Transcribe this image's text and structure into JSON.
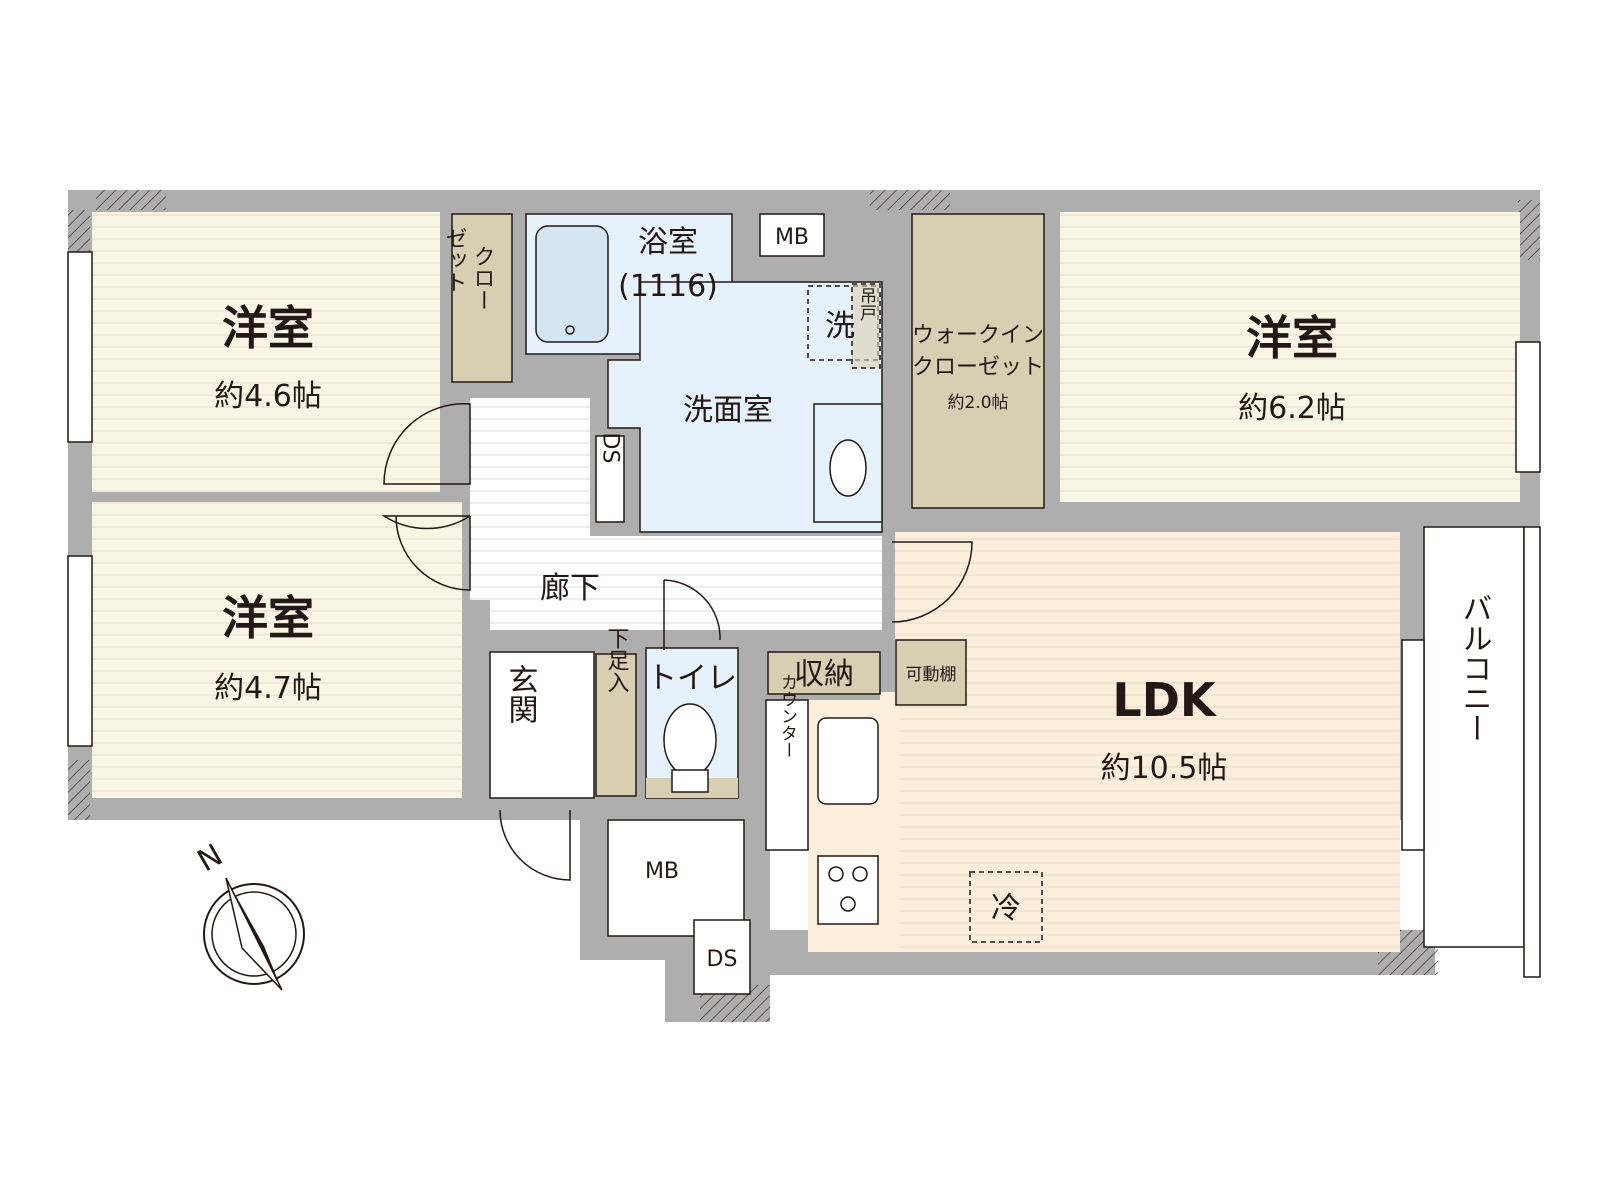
{
  "rooms": {
    "room_nw": {
      "name": "洋室",
      "size": "約4.6帖"
    },
    "room_sw": {
      "name": "洋室",
      "size": "約4.7帖"
    },
    "room_ne": {
      "name": "洋室",
      "size": "約6.2帖"
    },
    "ldk": {
      "name": "LDK",
      "size": "約10.5帖"
    },
    "closet": {
      "line1": "クロー",
      "line2": "ゼット"
    },
    "bath": {
      "name": "浴室",
      "size": "(1116)"
    },
    "washroom": {
      "name": "洗面室"
    },
    "wic": {
      "line1": "ウォークイン",
      "line2": "クローゼット",
      "size": "約2.0帖"
    },
    "hallway": {
      "name": "廊下"
    },
    "entrance": {
      "name": "玄関"
    },
    "shoebox": {
      "name": "下足入"
    },
    "toilet": {
      "name": "トイレ"
    },
    "storage": {
      "name": "収納"
    },
    "shelf": {
      "name": "可動棚"
    },
    "counter": {
      "name": "カウンター"
    },
    "balcony": {
      "name": "バルコニー"
    }
  },
  "fixtures": {
    "mb_top": "MB",
    "mb_bottom": "MB",
    "ds_hall": "DS",
    "ds_bottom": "DS",
    "washer": "洗",
    "hanger_cabinet": "吊戸",
    "fridge": "冷"
  },
  "compass": {
    "north": "N"
  },
  "colors": {
    "wall": "#aeaeae",
    "western_room": "#faf6e6",
    "ldk_floor": "#fbeedb",
    "closet_fill": "#d8ceb2",
    "water_area": "#e6f2fb",
    "line": "#231815"
  }
}
